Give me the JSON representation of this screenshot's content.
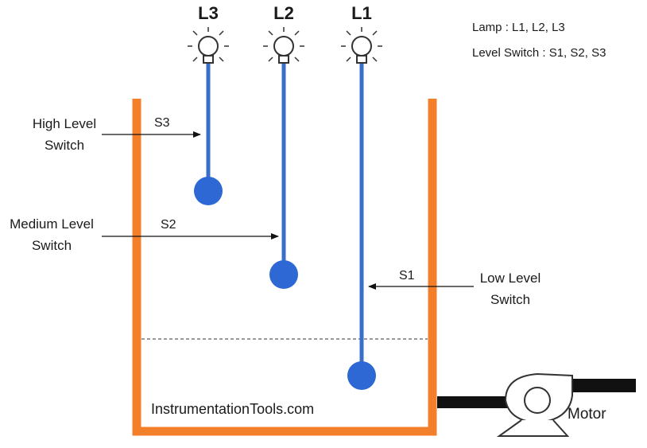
{
  "lamps": [
    {
      "label": "L3"
    },
    {
      "label": "L2"
    },
    {
      "label": "L1"
    }
  ],
  "legend": {
    "lamps": "Lamp : L1, L2, L3",
    "switches": "Level Switch : S1, S2, S3"
  },
  "switches": {
    "s3": {
      "tag": "S3",
      "line1": "High Level",
      "line2": "Switch"
    },
    "s2": {
      "tag": "S2",
      "line1": "Medium Level",
      "line2": "Switch"
    },
    "s1": {
      "tag": "S1",
      "line1": "Low Level",
      "line2": "Switch"
    }
  },
  "brand": "InstrumentationTools.com",
  "motor": "Motor",
  "colors": {
    "tank": "#f47f2a",
    "float_rod": "#3a6fc8",
    "float_ball": "#2d68d4",
    "pipe": "#111111",
    "lamp": "#333333"
  },
  "icons": [
    "lamp-bulb-icon",
    "float-switch-icon",
    "motor-pump-icon",
    "arrow-icon"
  ]
}
